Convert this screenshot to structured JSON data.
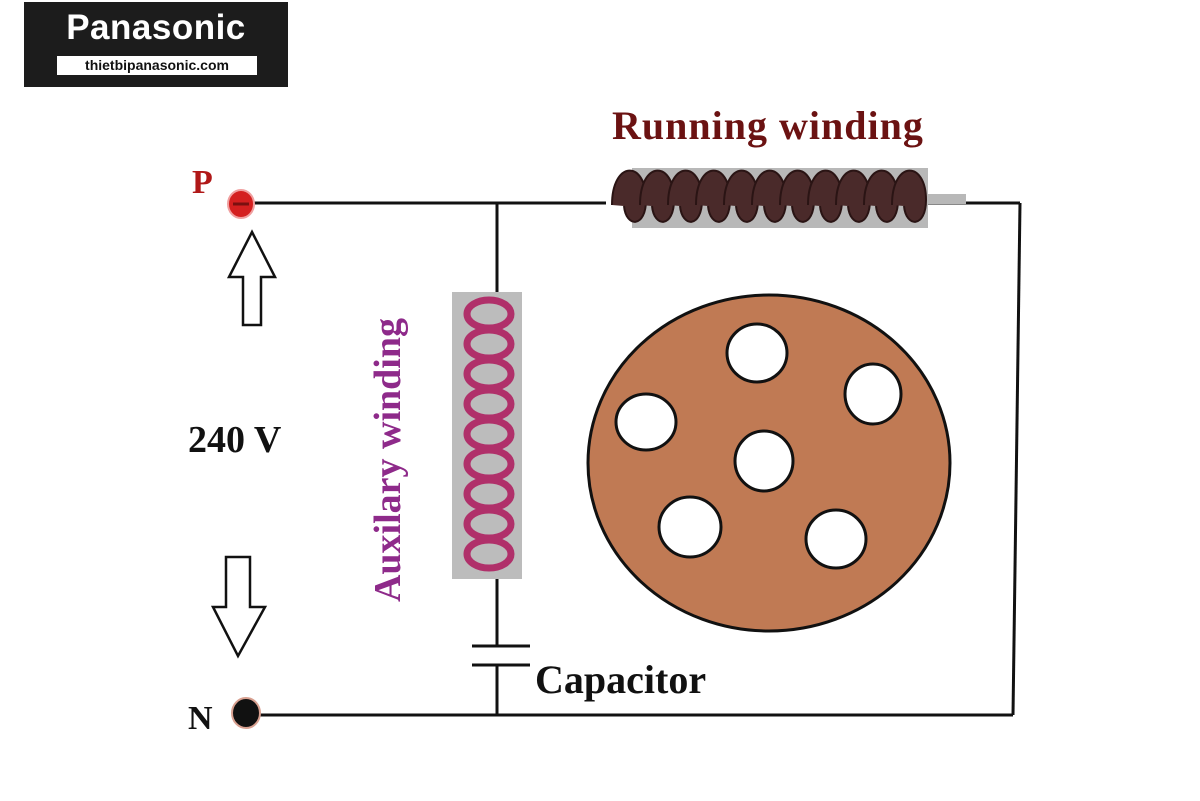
{
  "logo": {
    "brand": "Panasonic",
    "url": "thietbipanasonic.com"
  },
  "diagram": {
    "title": "Capacitor-start single-phase motor circuit",
    "labels": {
      "running_winding": "Running winding",
      "auxiliary_winding": "Auxilary winding",
      "capacitor": "Capacitor",
      "phase_terminal": "P",
      "neutral_terminal": "N",
      "voltage": "240 V"
    },
    "colors": {
      "running_winding_text": "#6b1212",
      "running_winding_coil": "#4a2a2a",
      "auxiliary_winding_text": "#8e2a8a",
      "auxiliary_winding_coil": "#b0306a",
      "phase_terminal": "#d42020",
      "phase_text": "#b01818",
      "neutral_terminal": "#111111",
      "rotor_fill": "#c07a54",
      "wire": "#111111",
      "coil_shadow": "#b8b8b8"
    },
    "rotor": {
      "holes": 6
    }
  }
}
